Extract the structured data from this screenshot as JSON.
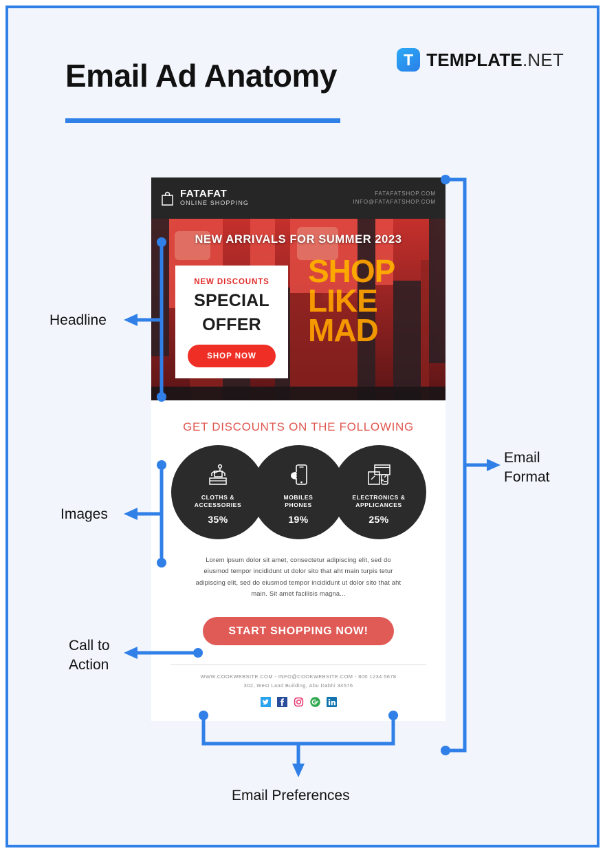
{
  "page": {
    "title": "Email Ad Anatomy",
    "frame_color": "#3080e8",
    "background_color": "#f2f6fc"
  },
  "brand": {
    "mark_letter": "T",
    "name_bold": "TEMPLATE",
    "name_light": ".NET",
    "mark_color": "#2a7fe8"
  },
  "email": {
    "header": {
      "icon": "shopping-bag-icon",
      "brand_name": "FATAFAT",
      "brand_tagline": "ONLINE SHOPPING",
      "contact_website": "FATAFATSHOP.COM",
      "contact_email": "INFO@FATAFATSHOP.COM",
      "background_color": "#262626"
    },
    "hero": {
      "headline": "NEW ARRIVALS FOR SUMMER 2023",
      "card_eyebrow": "NEW DISCOUNTS",
      "card_title_line1": "SPECIAL",
      "card_title_line2": "OFFER",
      "card_button": "SHOP NOW",
      "card_button_color": "#ef2f26",
      "eyebrow_color": "#e02b28",
      "slogan_line1": "SHOP",
      "slogan_line2": "LIKE",
      "slogan_line3": "MAD",
      "slogan_color": "#f5c400"
    },
    "discounts": {
      "title": "GET DISCOUNTS ON THE FOLLOWING",
      "title_color": "#e0564f",
      "items": [
        {
          "icon": "clothes-hanger-icon",
          "label_line1": "CLOTHS &",
          "label_line2": "ACCESSORIES",
          "percent": "35%"
        },
        {
          "icon": "mobile-phone-in-hand-icon",
          "label_line1": "MOBILES",
          "label_line2": "PHONES",
          "percent": "19%"
        },
        {
          "icon": "electronics-devices-icon",
          "label_line1": "ELECTRONICS &",
          "label_line2": "APPLICANCES",
          "percent": "25%"
        }
      ]
    },
    "body_copy": "Lorem ipsum dolor sit amet, consectetur adipiscing elit, sed do eiusmod tempor incididunt ut dolor sito that aht main turpis tetur adipiscing elit, sed do eiusmod tempor incididunt ut dolor sito that aht main. Sit amet facilisis magna...",
    "cta": {
      "label": "START SHOPPING NOW!",
      "color": "#e05a56"
    },
    "footer": {
      "line1": "WWW.COOKWEBSITE.COM - INFO@COOKWEBSITE.COM - 800 1234 5678",
      "line2": "302, West Land Building, Abu Dabhi  34576",
      "socials": [
        {
          "name": "twitter-icon",
          "color": "#2aa3ef"
        },
        {
          "name": "facebook-icon",
          "color": "#2a4d9b"
        },
        {
          "name": "instagram-icon",
          "color": "#e8336e"
        },
        {
          "name": "google-plus-icon",
          "color": "#2fa84f"
        },
        {
          "name": "linkedin-icon",
          "color": "#1173b0"
        }
      ]
    }
  },
  "annotations": {
    "accent_color": "#3080e8",
    "headline": "Headline",
    "images": "Images",
    "call_to_action": "Call to\nAction",
    "email_format": "Email\nFormat",
    "email_preferences": "Email Preferences"
  }
}
